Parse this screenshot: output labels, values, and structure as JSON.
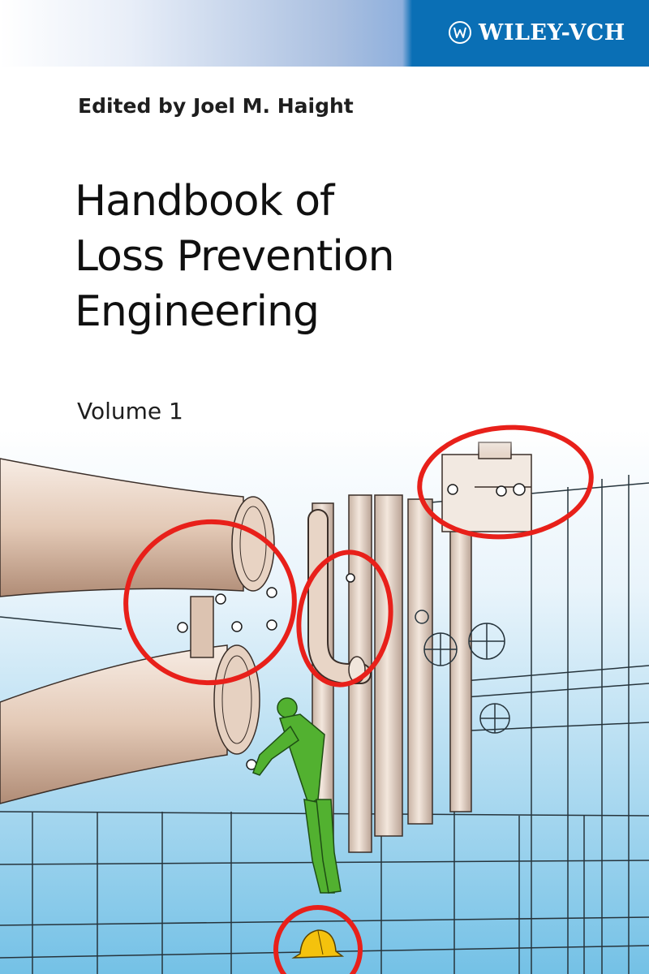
{
  "publisher": {
    "name": "WILEY-VCH"
  },
  "book": {
    "editor": "Edited by Joel M. Haight",
    "title_lines": [
      "Handbook of",
      "Loss Prevention",
      "Engineering"
    ],
    "volume": "Volume 1"
  },
  "colors": {
    "publisher_band": "#0a6fb5",
    "highlight_circle": "#e8201a",
    "worker_figure": "#52b130",
    "hard_hat": "#f4c20d"
  }
}
